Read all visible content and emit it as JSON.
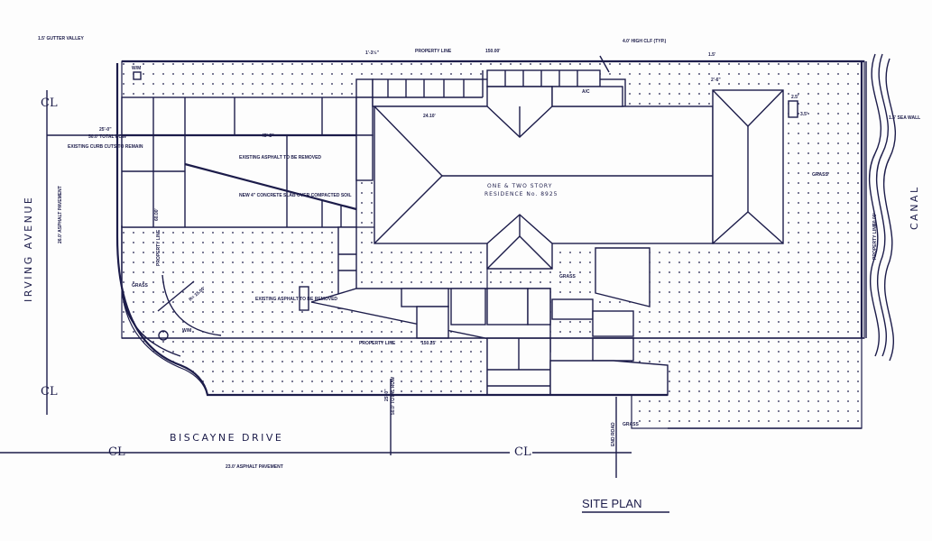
{
  "title": "SITE PLAN",
  "streets": {
    "west": "IRVING AVENUE",
    "south": "BISCAYNE DRIVE",
    "east": "CANAL"
  },
  "centerline_symbol": "CL",
  "residence": {
    "line1": "ONE & TWO STORY",
    "line2": "RESIDENCE No. 8925"
  },
  "notes": {
    "gutter_valley": "1.5' GUTTER VALLEY",
    "water_meter": "W/M",
    "property_line": "PROPERTY LINE",
    "north_length": "150.00'",
    "south_length": "150.25'",
    "side_length": "60.00'",
    "fence": "4.0' HIGH CLF (TYP.)",
    "ac": "A/C",
    "house_dim": "24.10'",
    "row_half": "25'-0\"",
    "row_total": "50.0' TOTAL ROW",
    "curb_cuts": "EXISTING CURB CUTS TO REMAIN",
    "drive_dim": "45'-2\"",
    "asphalt_removed": "EXISTING ASPHALT TO BE REMOVED",
    "new_slab": "NEW 4\" CONCRETE SLAB OVER COMPACTED SOIL",
    "grass": "GRASS",
    "sea_wall": "1.5' SEA WALL",
    "irving_pavement": "26.0' ASPHALT PAVEMENT",
    "biscayne_pavement": "23.0' ASPHALT PAVEMENT",
    "radius": "R= 15.00'",
    "end_road": "END ROAD",
    "setback_top": "1'-3½\"",
    "dim_a": "1.5'",
    "dim_b": "2'-6\"",
    "ac_w": "2.5'",
    "ac_h": "3.5'"
  }
}
